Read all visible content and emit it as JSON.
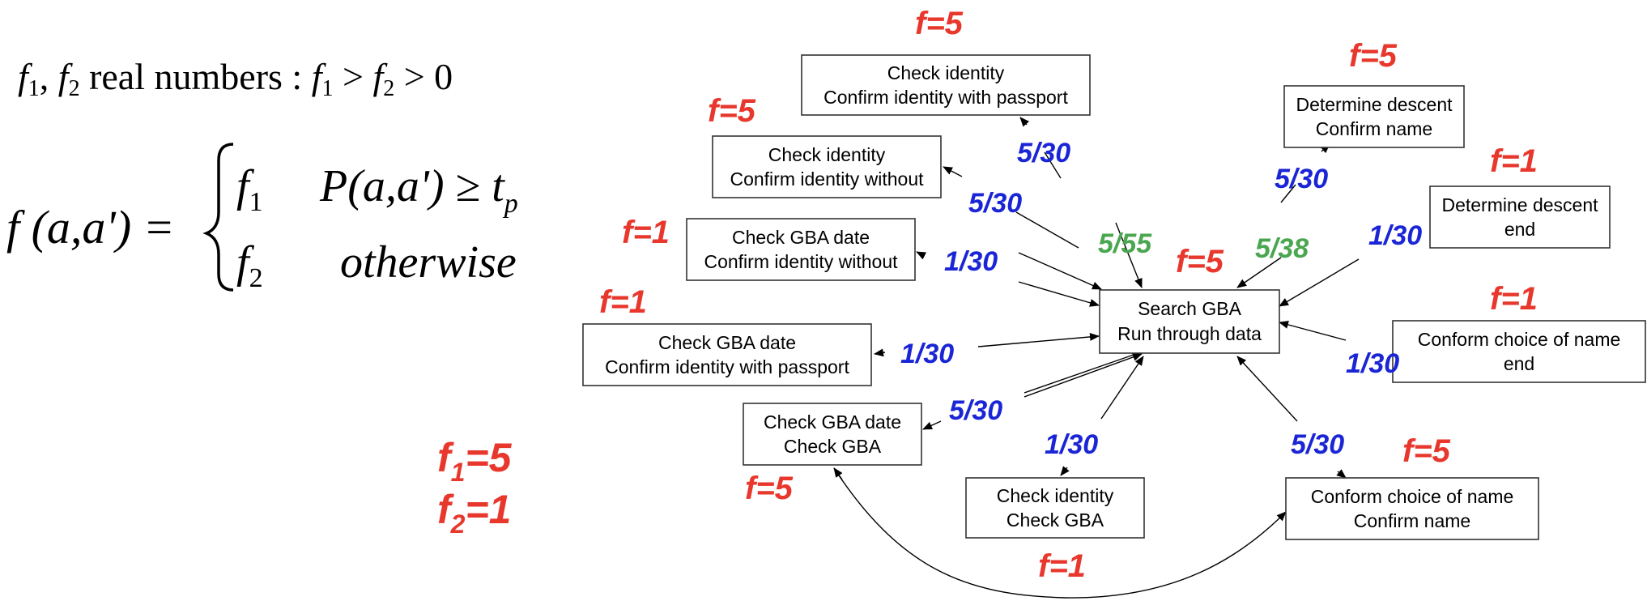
{
  "formula": {
    "line1": {
      "f": "f",
      "s1": "1",
      "comma": ", ",
      "f2": "f",
      "s2": "2",
      "text": " real numbers : ",
      "g1": "f",
      "gs1": "1",
      "gt1": " > ",
      "g2": "f",
      "gs2": "2",
      "gt2": " > 0"
    },
    "definition": {
      "lhs": "f (a,a') =",
      "case1_value": "f",
      "case1_sub": "1",
      "case1_cond": "P(a,a') ≥ t",
      "case1_cond_sub": "p",
      "case2_value": "f",
      "case2_sub": "2",
      "case2_cond": "otherwise"
    },
    "params": {
      "p1_name": "f",
      "p1_sub": "1",
      "p1_value": "=5",
      "p2_name": "f",
      "p2_sub": "2",
      "p2_value": "=1"
    }
  },
  "colors": {
    "red": "#e8372c",
    "blue": "#1a25d6",
    "green": "#4aa64f"
  },
  "nodes": {
    "passport_identity": {
      "line1": "Check identity",
      "line2": "Confirm identity with passport"
    },
    "without_identity": {
      "line1": "Check identity",
      "line2": "Confirm identity without"
    },
    "gba_without": {
      "line1": "Check GBA date",
      "line2": "Confirm identity without"
    },
    "gba_passport": {
      "line1": "Check GBA date",
      "line2": "Confirm identity with passport"
    },
    "gba_check": {
      "line1": "Check GBA date",
      "line2": "Check GBA"
    },
    "identity_gba": {
      "line1": "Check identity",
      "line2": "Check GBA"
    },
    "search": {
      "line1": "Search GBA",
      "line2": "Run through data"
    },
    "descent_name": {
      "line1": "Determine descent",
      "line2": "Confirm name"
    },
    "descent_end": {
      "line1": "Determine descent",
      "line2": "end"
    },
    "choice_end": {
      "line1": "Conform choice of name",
      "line2": "end"
    },
    "choice_name": {
      "line1": "Conform choice of name",
      "line2": "Confirm name"
    }
  },
  "f_labels": {
    "passport_identity": "f=5",
    "without_identity": "f=5",
    "gba_without": "f=1",
    "gba_passport": "f=1",
    "gba_check": "f=5",
    "search": "f=5",
    "descent_name": "f=5",
    "descent_end": "f=1",
    "choice_end": "f=1",
    "choice_name": "f=5",
    "bottom_arc": "f=1"
  },
  "prob_labels": {
    "to_passport_identity": "5/30",
    "to_without_identity": "5/30",
    "to_gba_without": "1/30",
    "to_gba_passport": "1/30",
    "to_gba_check": "5/30",
    "to_identity_gba": "1/30",
    "to_choice_name": "5/30",
    "to_descent_name": "5/30",
    "to_descent_end": "1/30",
    "to_choice_end": "1/30",
    "green_left": "5/55",
    "green_right": "5/38"
  }
}
